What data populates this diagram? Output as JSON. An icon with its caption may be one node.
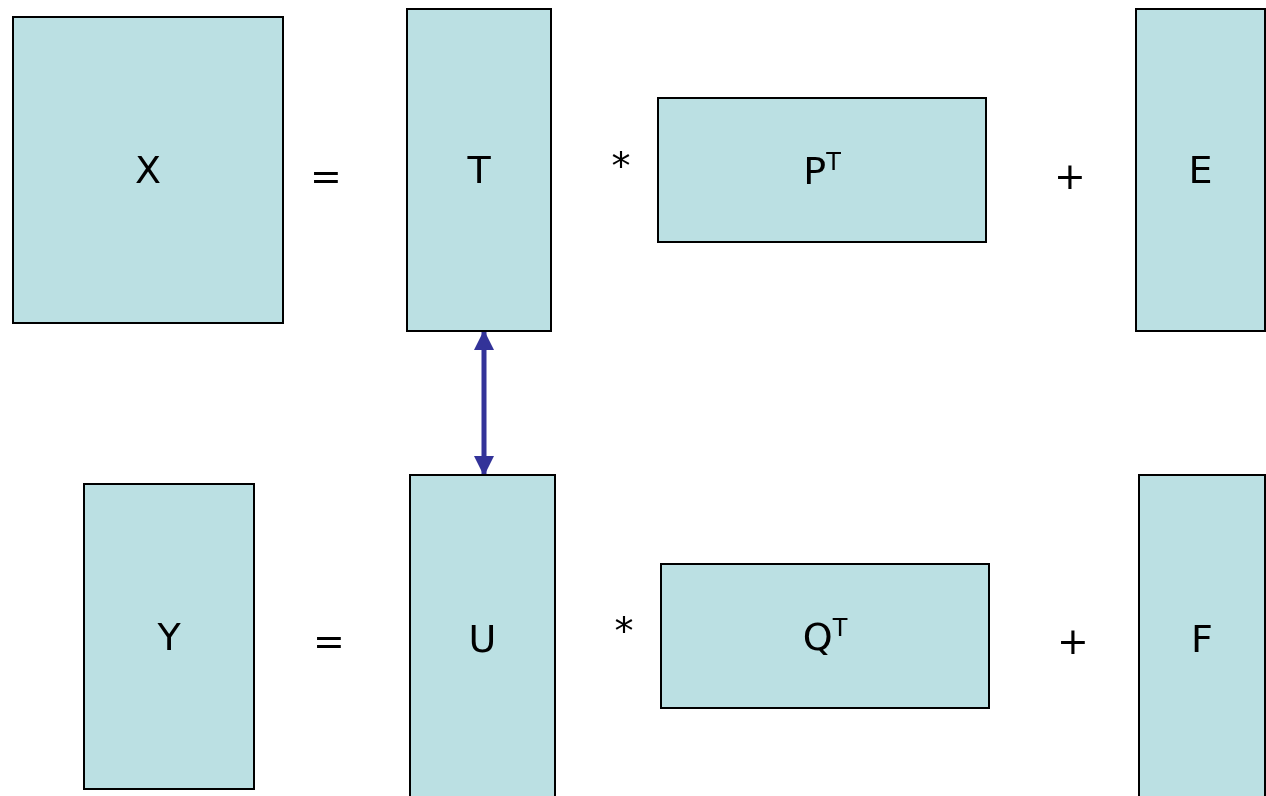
{
  "diagram": {
    "nodes": [
      {
        "text": [
          "X"
        ]
      },
      {
        "text": [
          "T"
        ]
      },
      {
        "text": [
          "P$^{T}$"
        ]
      },
      {
        "text": [
          "E"
        ]
      },
      {
        "text": [
          "Y"
        ]
      },
      {
        "text": [
          "U"
        ]
      },
      {
        "text": [
          "Q$^{T}$"
        ]
      },
      {
        "text": [
          "F"
        ]
      }
    ],
    "edges": [
      {
        "from": 1,
        "to": 5,
        "arrow": "both"
      }
    ],
    "labels": [
      "=",
      "*",
      "+",
      "=",
      "*",
      "+"
    ]
  }
}
